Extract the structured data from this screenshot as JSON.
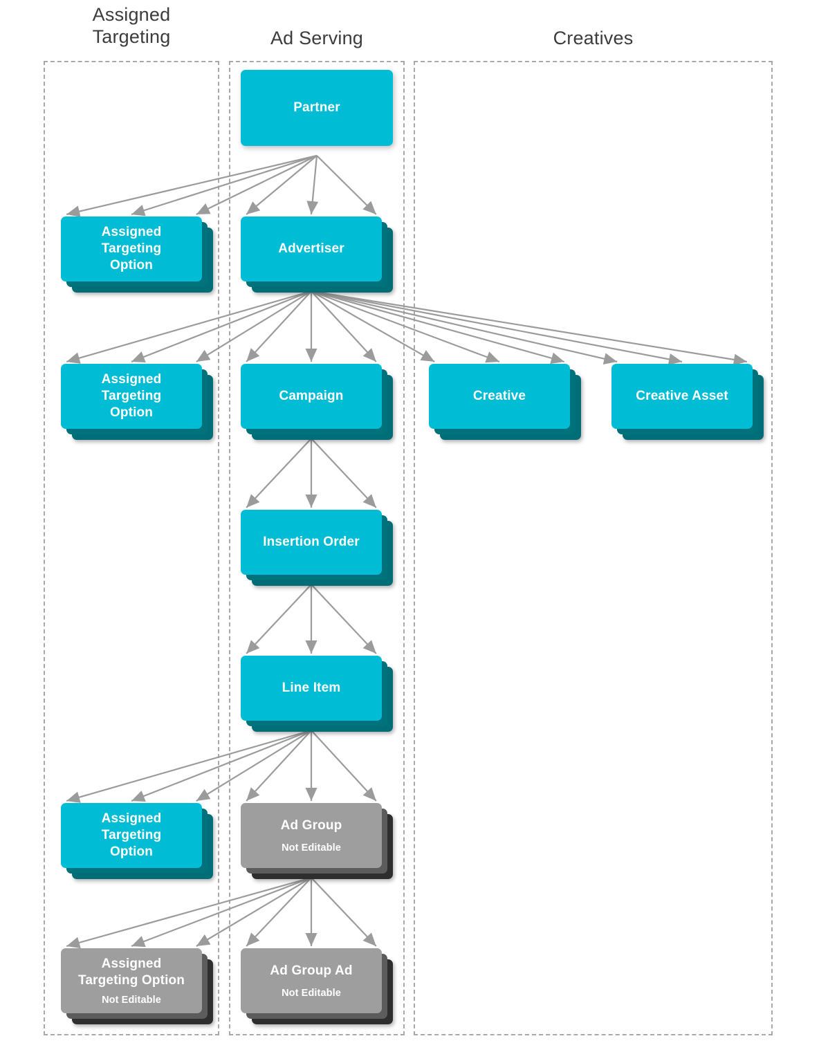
{
  "diagram": {
    "title_not_shown": false,
    "colors": {
      "cyan_face": "#00BCD4",
      "cyan_layer_mid": "#00727C",
      "cyan_layer_back": "#006D77",
      "gray_face": "#9E9E9E",
      "gray_layer_mid": "#5C5C5C",
      "gray_layer_back": "#2E2E2E",
      "arrow": "#9B9B9B",
      "column_border": "#A8A8A8",
      "header_text": "#3C3C3C",
      "node_text": "#FFFFFF",
      "background": "#FFFFFF"
    },
    "columns": [
      {
        "id": "assigned-targeting",
        "label": "Assigned\nTargeting",
        "label_lines": [
          "Assigned",
          "Targeting"
        ]
      },
      {
        "id": "ad-serving",
        "label": "Ad Serving",
        "label_lines": [
          "Ad Serving"
        ]
      },
      {
        "id": "creatives",
        "label": "Creatives",
        "label_lines": [
          "Creatives"
        ]
      }
    ],
    "nodes": [
      {
        "id": "partner",
        "title": "Partner",
        "subtitle": "",
        "column": "ad-serving",
        "style": "cyan",
        "stacked": false,
        "lines": 1
      },
      {
        "id": "ato-partner",
        "title": "Assigned Targeting Option",
        "subtitle": "",
        "column": "assigned-targeting",
        "style": "cyan",
        "stacked": true,
        "lines": 3
      },
      {
        "id": "advertiser",
        "title": "Advertiser",
        "subtitle": "",
        "column": "ad-serving",
        "style": "cyan",
        "stacked": true,
        "lines": 1
      },
      {
        "id": "ato-advertiser",
        "title": "Assigned Targeting Option",
        "subtitle": "",
        "column": "assigned-targeting",
        "style": "cyan",
        "stacked": true,
        "lines": 3
      },
      {
        "id": "campaign",
        "title": "Campaign",
        "subtitle": "",
        "column": "ad-serving",
        "style": "cyan",
        "stacked": true,
        "lines": 1
      },
      {
        "id": "creative",
        "title": "Creative",
        "subtitle": "",
        "column": "creatives",
        "style": "cyan",
        "stacked": true,
        "lines": 1
      },
      {
        "id": "creative-asset",
        "title": "Creative Asset",
        "subtitle": "",
        "column": "creatives",
        "style": "cyan",
        "stacked": true,
        "lines": 1
      },
      {
        "id": "insertion-order",
        "title": "Insertion Order",
        "subtitle": "",
        "column": "ad-serving",
        "style": "cyan",
        "stacked": true,
        "lines": 1
      },
      {
        "id": "line-item",
        "title": "Line Item",
        "subtitle": "",
        "column": "ad-serving",
        "style": "cyan",
        "stacked": true,
        "lines": 1
      },
      {
        "id": "ato-line-item",
        "title": "Assigned Targeting Option",
        "subtitle": "",
        "column": "assigned-targeting",
        "style": "cyan",
        "stacked": true,
        "lines": 3
      },
      {
        "id": "ad-group",
        "title": "Ad Group",
        "subtitle": "Not Editable",
        "column": "ad-serving",
        "style": "gray",
        "stacked": true,
        "lines": 1
      },
      {
        "id": "ato-ad-group",
        "title": "Assigned Targeting Option",
        "subtitle": "Not Editable",
        "column": "assigned-targeting",
        "style": "gray",
        "stacked": true,
        "lines": 2
      },
      {
        "id": "ad-group-ad",
        "title": "Ad Group Ad",
        "subtitle": "Not Editable",
        "column": "ad-serving",
        "style": "gray",
        "stacked": true,
        "lines": 1
      }
    ],
    "edges": [
      {
        "from": "partner",
        "to": "ato-partner",
        "multiplicity": 3
      },
      {
        "from": "partner",
        "to": "advertiser",
        "multiplicity": 3
      },
      {
        "from": "advertiser",
        "to": "ato-advertiser",
        "multiplicity": 3
      },
      {
        "from": "advertiser",
        "to": "campaign",
        "multiplicity": 3
      },
      {
        "from": "advertiser",
        "to": "creative",
        "multiplicity": 3
      },
      {
        "from": "advertiser",
        "to": "creative-asset",
        "multiplicity": 3
      },
      {
        "from": "campaign",
        "to": "insertion-order",
        "multiplicity": 3
      },
      {
        "from": "insertion-order",
        "to": "line-item",
        "multiplicity": 3
      },
      {
        "from": "line-item",
        "to": "ato-line-item",
        "multiplicity": 3
      },
      {
        "from": "line-item",
        "to": "ad-group",
        "multiplicity": 3
      },
      {
        "from": "ad-group",
        "to": "ato-ad-group",
        "multiplicity": 3
      },
      {
        "from": "ad-group",
        "to": "ad-group-ad",
        "multiplicity": 3
      }
    ],
    "labels": {
      "not_editable": "Not Editable",
      "ato_multiline": [
        "Assigned",
        "Targeting",
        "Option"
      ],
      "ato_twoline": [
        "Assigned",
        "Targeting Option"
      ]
    }
  }
}
